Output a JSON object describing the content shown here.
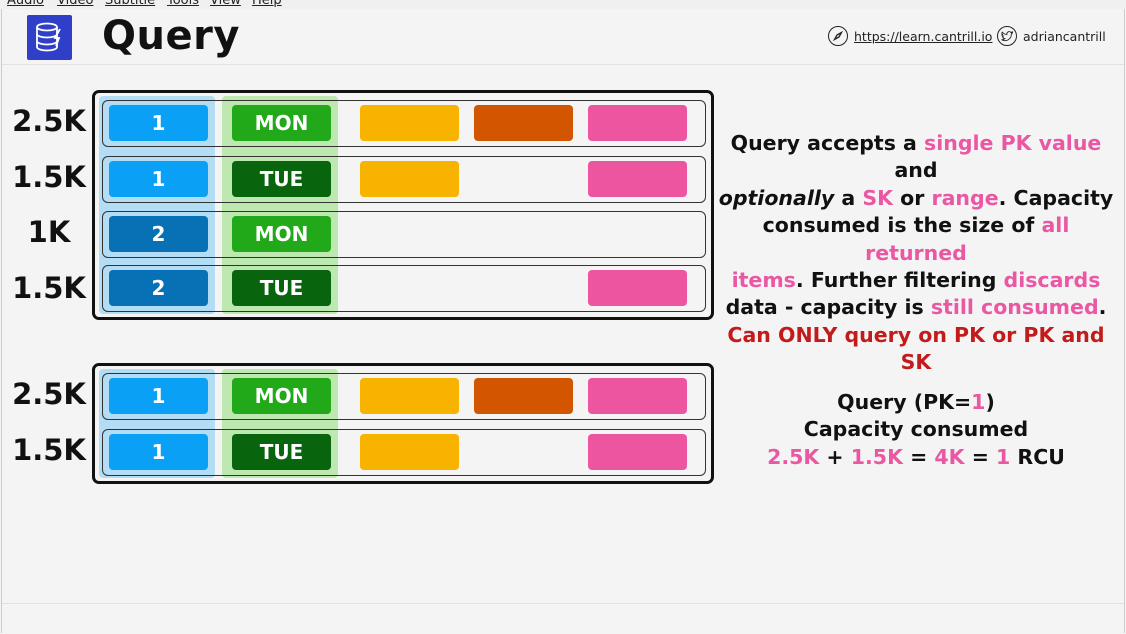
{
  "menu": [
    "Audio",
    "Video",
    "Subtitle",
    "Tools",
    "View",
    "Help"
  ],
  "header": {
    "title": "Query",
    "website": "https://learn.cantrill.io",
    "twitter": "adriancantrill",
    "logo_icon": "dynamodb-icon",
    "website_icon": "compass-icon",
    "twitter_icon": "twitter-icon"
  },
  "colors": {
    "pk_light": "#0aa0f5",
    "pk_dark": "#0870b5",
    "sk_light": "#21a91a",
    "sk_dark": "#08650e",
    "attr_yellow": "#f8b200",
    "attr_orange": "#d45500",
    "attr_pink": "#ee55a0",
    "pk_column_highlight": "#b3dcf5",
    "sk_column_highlight": "#bde8b0"
  },
  "table_top": {
    "rows": [
      {
        "size": "2.5K",
        "pk": "1",
        "sk": "MON"
      },
      {
        "size": "1.5K",
        "pk": "1",
        "sk": "TUE"
      },
      {
        "size": "1K",
        "pk": "2",
        "sk": "MON"
      },
      {
        "size": "1.5K",
        "pk": "2",
        "sk": "TUE"
      }
    ]
  },
  "table_bottom": {
    "rows": [
      {
        "size": "2.5K",
        "pk": "1",
        "sk": "MON"
      },
      {
        "size": "1.5K",
        "pk": "1",
        "sk": "TUE"
      }
    ]
  },
  "description": {
    "l1a": "Query accepts a ",
    "l1b": "single PK value",
    "l1c": " and",
    "l2a": "optionally",
    "l2b": " a ",
    "l2c": "SK",
    "l2d": " or ",
    "l2e": "range",
    "l2f": ". Capacity",
    "l3a": "consumed is the size of ",
    "l3b": "all returned",
    "l4a": "items",
    "l4b": ". Further filtering ",
    "l4c": "discards",
    "l5a": "data - capacity is ",
    "l5b": "still consumed",
    "l5c": ".",
    "l6": "Can ONLY query on PK or PK and SK"
  },
  "calc": {
    "l1a": "Query (PK=",
    "l1b": "1",
    "l1c": ")",
    "l2": "Capacity consumed",
    "v1": "2.5K",
    "p1": " + ",
    "v2": "1.5K",
    "e1": " = ",
    "v3": "4K",
    "e2": " = ",
    "v4": "1",
    "unit": " RCU"
  }
}
